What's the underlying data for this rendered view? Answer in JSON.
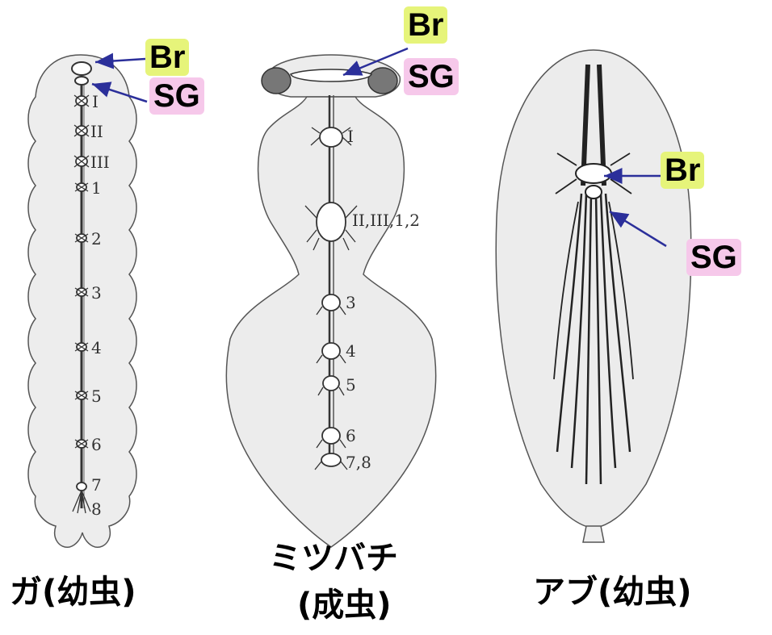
{
  "moth": {
    "caption": "ガ(幼虫)",
    "br_label": "Br",
    "sg_label": "SG",
    "segments": [
      "I",
      "II",
      "III",
      "1",
      "2",
      "3",
      "4",
      "5",
      "6",
      "7",
      "8"
    ]
  },
  "bee": {
    "caption_line1": "ミツバチ",
    "caption_line2": "(成虫)",
    "br_label": "Br",
    "sg_label": "SG",
    "segments": [
      "I",
      "II,III,1,2",
      "3",
      "4",
      "5",
      "6",
      "7,8"
    ]
  },
  "fly": {
    "caption": "アブ(幼虫)",
    "br_label": "Br",
    "sg_label": "SG"
  },
  "colors": {
    "br_highlight": "#e6f47a",
    "sg_highlight": "#f6c8ea",
    "arrow": "#2b2f9a"
  }
}
